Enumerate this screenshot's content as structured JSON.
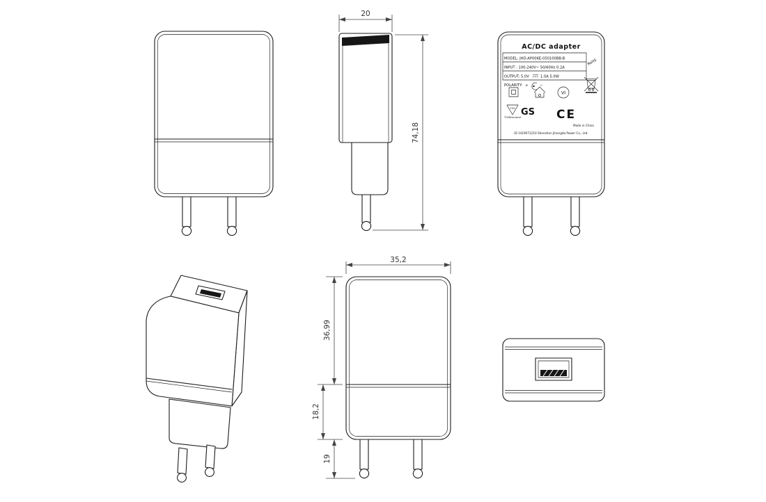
{
  "dimensions": {
    "side_width": "20",
    "overall_height": "74,18",
    "front_width": "35,2",
    "head_height": "36,99",
    "base_height": "18,2",
    "pin_length": "19"
  },
  "label": {
    "title": "AC/DC  adapter",
    "model": "MODEL: JHD-AP006E-050100BB-B",
    "input": "INPUT : 100-240V~  50/60Hz  0.2A",
    "output_left": "OUTPUT: 5.0V",
    "output_right": "1.0A  5.0W",
    "polarity_label": "POLARITY:",
    "polarity_plus": "+",
    "polarity_minus": "−",
    "rohs": "RoHS",
    "vi": "VI",
    "tuv": "TÜV",
    "tuv_caption": "TÜVRheinland",
    "gs": "GS",
    "ce": "CE",
    "made_in": "Made in China",
    "footer": "ID 1419071210  Shenzhen Jihongda Power Co., Ltd."
  },
  "icons": {
    "class_ii": "double-insulation-square-icon",
    "indoor_use": "house-icon",
    "weee": "crossed-out-wheelie-bin-icon",
    "dc_connector": "center-positive-polarity-icon",
    "efficiency": "vi-efficiency-mark-icon"
  }
}
